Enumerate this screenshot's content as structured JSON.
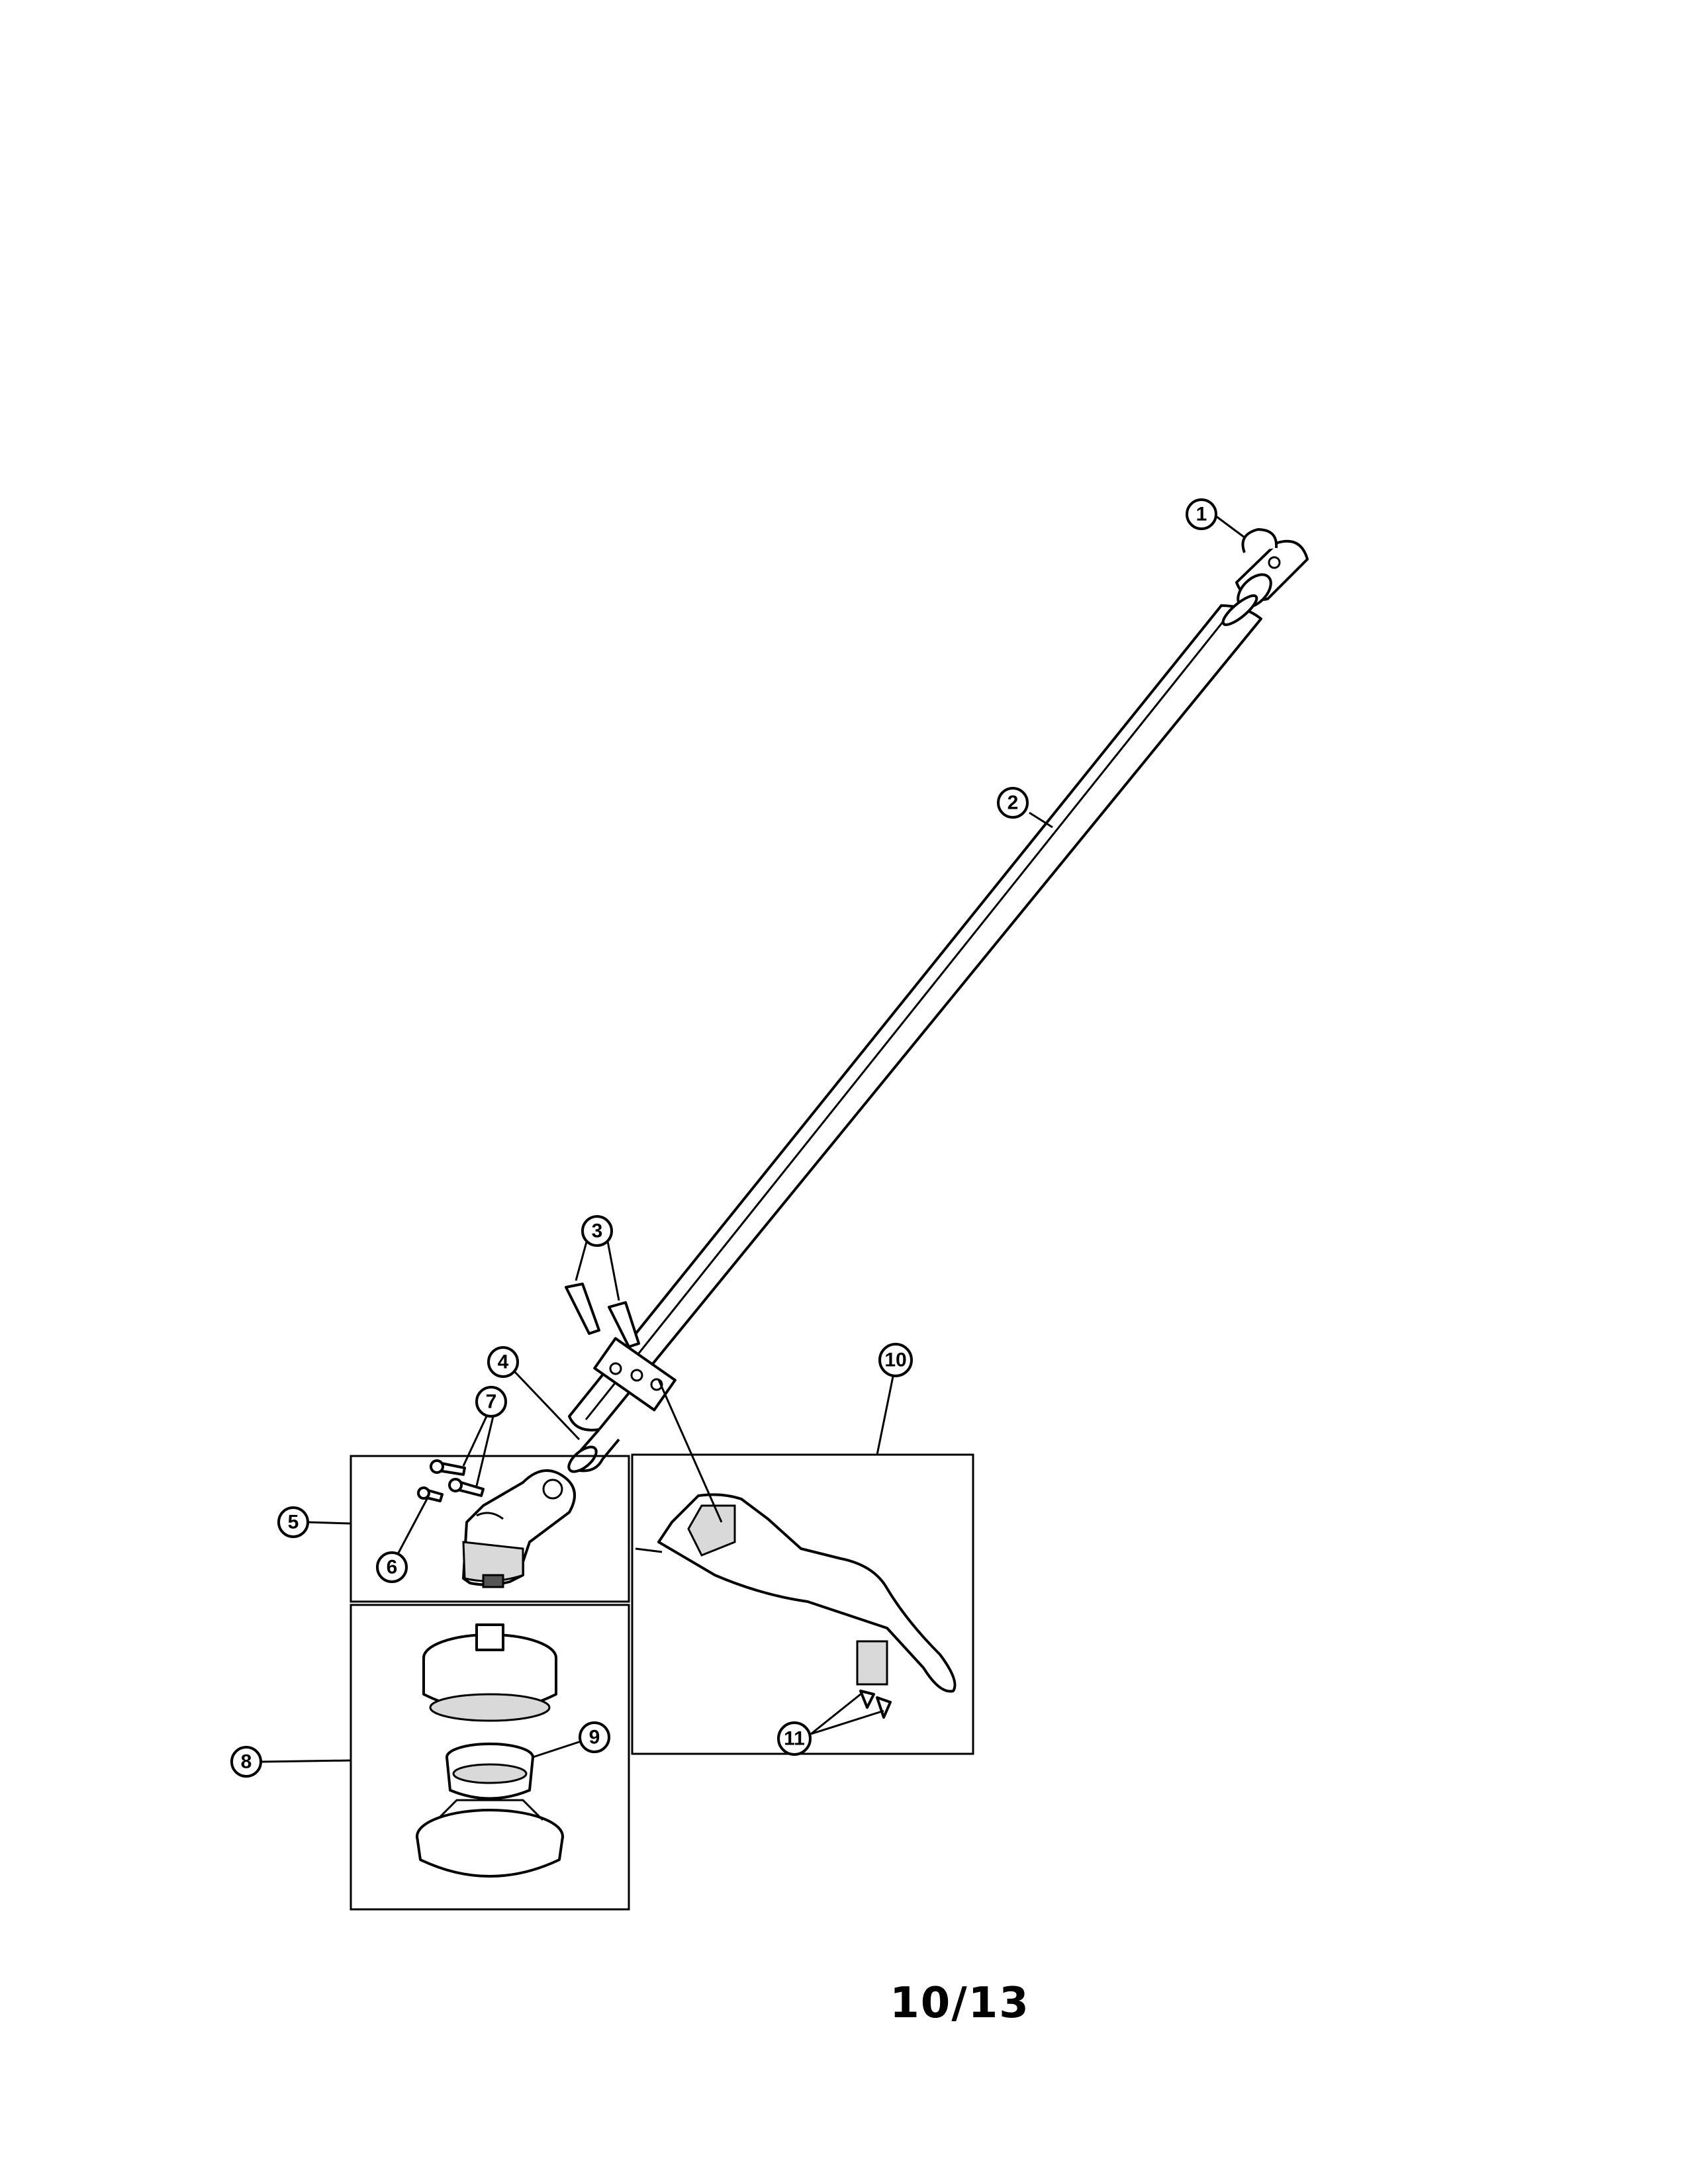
{
  "callouts": [
    {
      "id": "1",
      "label": "1"
    },
    {
      "id": "2",
      "label": "2"
    },
    {
      "id": "3",
      "label": "3"
    },
    {
      "id": "4",
      "label": "4"
    },
    {
      "id": "5",
      "label": "5"
    },
    {
      "id": "6",
      "label": "6"
    },
    {
      "id": "7",
      "label": "7"
    },
    {
      "id": "8",
      "label": "8"
    },
    {
      "id": "9",
      "label": "9"
    },
    {
      "id": "10",
      "label": "10"
    },
    {
      "id": "11",
      "label": "11"
    }
  ],
  "page_number": "10/13"
}
